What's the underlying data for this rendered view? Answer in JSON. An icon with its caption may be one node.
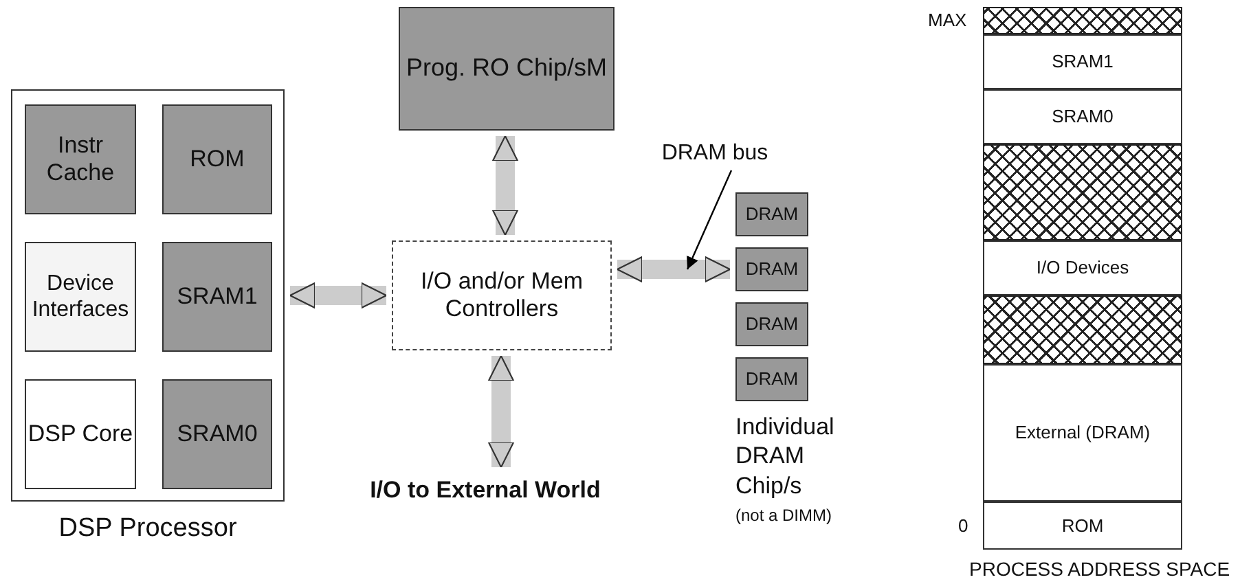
{
  "diagram": {
    "nodes": [
      {
        "text": [
          "DSP Processor"
        ]
      },
      {
        "text": [
          "Instr Cache"
        ],
        "in": 0
      },
      {
        "text": [
          "ROM"
        ],
        "in": 0
      },
      {
        "text": [
          "Device Interfaces"
        ],
        "in": 0
      },
      {
        "text": [
          "SRAM1"
        ],
        "in": 0
      },
      {
        "text": [
          "DSP Core"
        ],
        "in": 0
      },
      {
        "text": [
          "SRAM0"
        ],
        "in": 0
      },
      {
        "text": [
          "Prog. RO Chip/sM"
        ]
      },
      {
        "text": [
          "I/O and/or Mem Controllers"
        ]
      },
      {
        "text": [
          "I/O to External World"
        ]
      },
      {
        "text": [
          "DRAM bus"
        ]
      },
      {
        "text": [
          "DRAM"
        ]
      },
      {
        "text": [
          "DRAM"
        ]
      },
      {
        "text": [
          "DRAM"
        ]
      },
      {
        "text": [
          "DRAM"
        ]
      },
      {
        "text": [],
        "shape": "box",
        "beside": [
          "MAX"
        ]
      },
      {
        "text": [
          "SRAM1"
        ]
      },
      {
        "text": [
          "SRAM0"
        ]
      },
      {
        "text": [],
        "shape": "box"
      },
      {
        "text": [
          "I/O Devices"
        ]
      },
      {
        "text": [],
        "shape": "box"
      },
      {
        "text": [
          "External (DRAM)"
        ]
      },
      {
        "text": [
          "ROM"
        ],
        "beside": [
          "0"
        ]
      }
    ],
    "edges": [
      {
        "from": 0,
        "to": 8,
        "arrow": "both"
      },
      {
        "from": 7,
        "to": 8,
        "arrow": "both"
      },
      {
        "from": 8,
        "to": 9,
        "arrow": "both"
      },
      {
        "from": 8,
        "to": 12,
        "arrow": "both"
      },
      {
        "from": 10,
        "to": null,
        "arrow": "to",
        "color": "#000000"
      }
    ],
    "labels": [
      "Individual DRAM Chip/s",
      "(not a DIMM)",
      "PROCESS ADDRESS SPACE"
    ]
  }
}
